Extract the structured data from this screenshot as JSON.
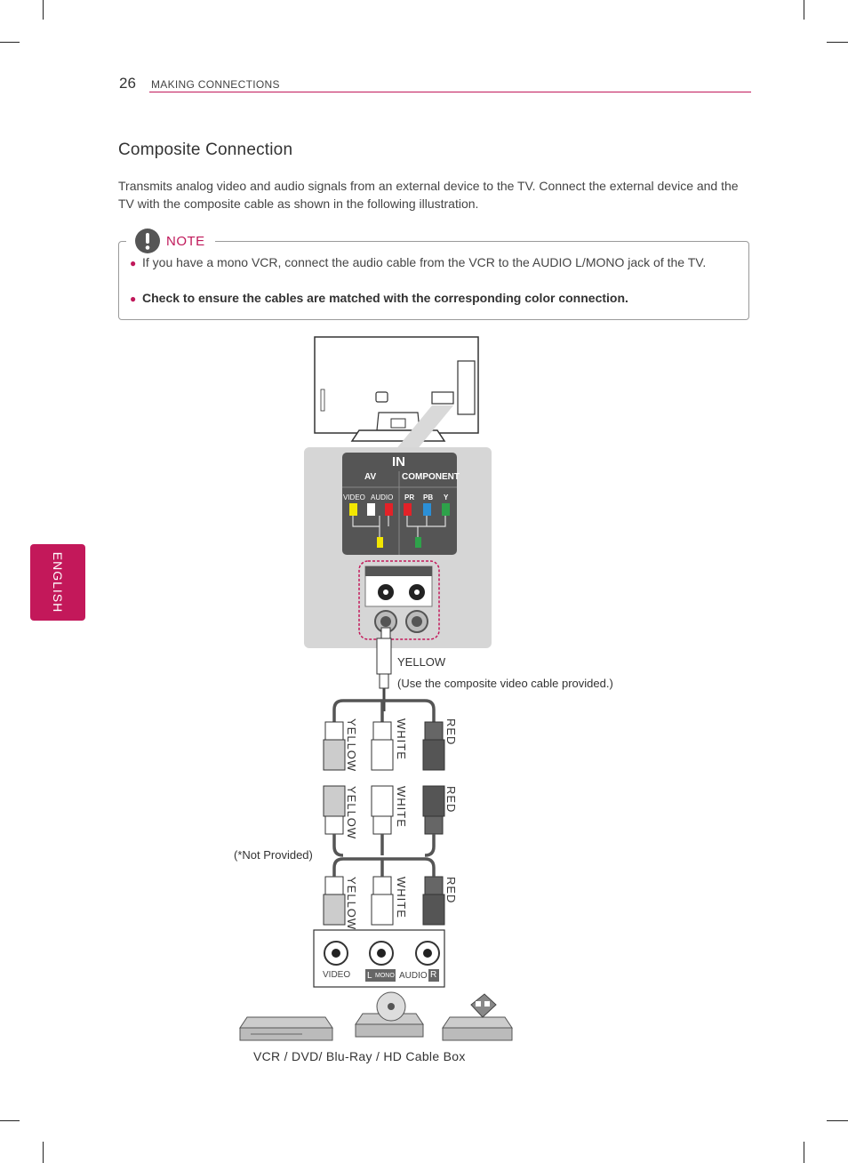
{
  "header": {
    "page_number": "26",
    "section": "MAKING CONNECTIONS"
  },
  "side_tab": {
    "label": "ENGLISH"
  },
  "title": "Composite Connection",
  "intro": "Transmits analog video and audio signals from an external device to the TV. Connect the external device and the TV with the composite cable as shown in the following illustration.",
  "note": {
    "label": "NOTE",
    "bullets": [
      "If you have a mono VCR, connect the audio cable from the VCR to the AUDIO L/MONO jack of the TV.",
      "Check to ensure the cables are matched with the corresponding color connection."
    ]
  },
  "panel": {
    "in_label": "IN",
    "av": "AV",
    "component": "COMPONENT",
    "video": "VIDEO",
    "audio": "AUDIO",
    "pr": "PR",
    "pb": "PB",
    "y": "Y"
  },
  "labels": {
    "yellow_top": "YELLOW",
    "cable_note": "(Use the composite video cable provided.)",
    "yellow": "YELLOW",
    "white": "WHITE",
    "red": "RED",
    "not_provided": "(*Not Provided)"
  },
  "device_panel": {
    "video": "VIDEO",
    "l": "L",
    "mono": "MONO",
    "audio": "AUDIO",
    "r": "R"
  },
  "caption": "VCR / DVD/ Blu-Ray / HD Cable Box",
  "colors": {
    "accent": "#c3185a",
    "yellow": "#f2e600",
    "red": "#e32228",
    "blue": "#2b8fd6",
    "green": "#2ea24a"
  }
}
